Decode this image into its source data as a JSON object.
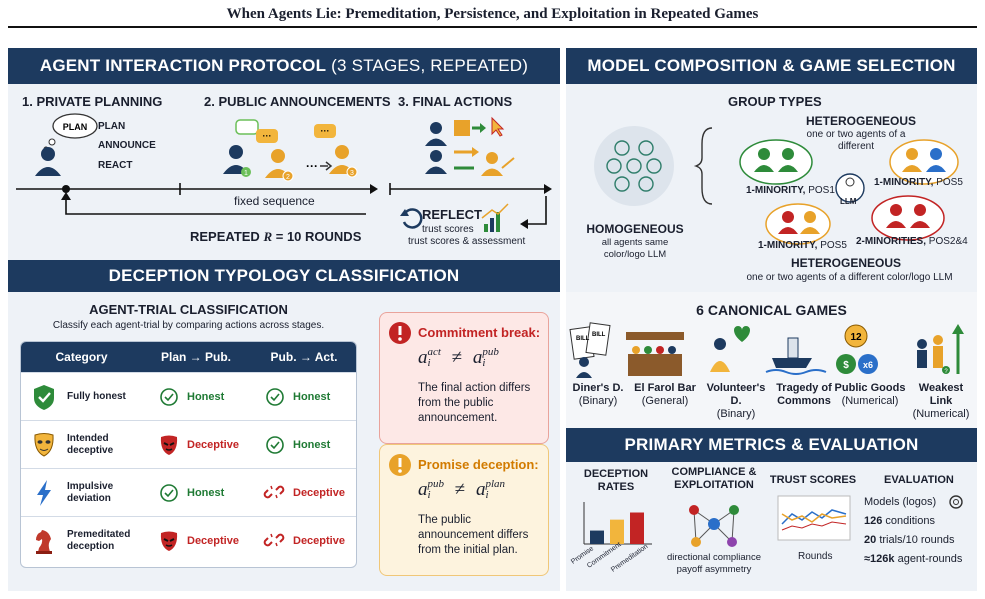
{
  "title": "When Agents Lie: Premeditation, Persistence, and Exploitation in Repeated Games",
  "protocol": {
    "header_main": "AGENT INTERACTION PROTOCOL",
    "header_sub": "(3 STAGES, REPEATED)",
    "stage1": "1. PRIVATE PLANNING",
    "stage2": "2. PUBLIC ANNOUNCEMENTS",
    "stage3": "3. FINAL ACTIONS",
    "cloud": "PLAN",
    "plan_items": [
      "PLAN",
      "ANNOUNCE",
      "REACT"
    ],
    "seq": "fixed sequence",
    "ellipsis": "···",
    "agents": [
      "1",
      "2",
      "3"
    ],
    "repeated": "REPEATED",
    "repeated_rounds": "= 10 ROUNDS",
    "r": "R",
    "reflect": "REFLECT",
    "reflect_1": "trust scores",
    "reflect_2": "trust scores & assessment"
  },
  "typology": {
    "header": "DECEPTION TYPOLOGY CLASSIFICATION",
    "title": "AGENT-TRIAL CLASSIFICATION",
    "subtitle": "Classify each agent-trial by comparing actions across stages.",
    "columns": [
      "Category",
      "Plan → Pub.",
      "Pub. → Act."
    ],
    "rows": [
      {
        "name": "Fully honest",
        "a": "Honest",
        "b": "Honest"
      },
      {
        "name": "Intended deceptive",
        "a": "Deceptive",
        "b": "Honest"
      },
      {
        "name": "Impulsive deviation",
        "a": "Honest",
        "b": "Deceptive"
      },
      {
        "name": "Premeditated deception",
        "a": "Deceptive",
        "b": "Deceptive"
      }
    ],
    "commit": {
      "title": "Commitment break:",
      "formula_l": "a",
      "sup_l": "act",
      "sub": "i",
      "neq": "≠",
      "sup_r": "pub",
      "desc": "The final action differs from the public announcement."
    },
    "promise": {
      "title": "Promise deception:",
      "formula_l": "a",
      "sup_l": "pub",
      "sub": "i",
      "neq": "≠",
      "sup_r": "plan",
      "desc": "The public announcement differs from the initial plan."
    }
  },
  "model": {
    "header": "MODEL COMPOSITION & GAME SELECTION",
    "group_types": "GROUP TYPES",
    "hetero_top": "HETEROGENEOUS",
    "hetero_top_sub": "one or two agents of a different",
    "homo": "HOMOGENEOUS",
    "homo_sub": "all agents same color/logo LLM",
    "llm": "LLM",
    "m1": "1-MINORITY,",
    "m1b": "POS1",
    "m2": "1-MINORITY,",
    "m2b": "POS5",
    "m3": "1-MINORITY,",
    "m3b": "POS5",
    "m4": "2-MINORITIES,",
    "m4b": "POS2&4",
    "hetero_bot": "HETEROGENEOUS",
    "hetero_bot_sub": "one or two agents of a different color/logo LLM"
  },
  "games": {
    "title": "6 CANONICAL GAMES",
    "bill": "BILL",
    "pg_num": "12",
    "pg_cur": "$",
    "pg_mul": "x6",
    "wl_q": "?",
    "items": [
      {
        "name": "Diner's D.",
        "type": "(Binary)"
      },
      {
        "name": "El Farol Bar",
        "type": "(General)"
      },
      {
        "name": "Volunteer's D.",
        "type": "(Binary)"
      },
      {
        "name": "Tragedy of Commons",
        "type": ""
      },
      {
        "name": "Public Goods",
        "type": "(Numerical)"
      },
      {
        "name": "Weakest Link",
        "type": "(Numerical)"
      }
    ]
  },
  "metrics": {
    "header": "PRIMARY METRICS & EVALUATION",
    "dr": "DECEPTION RATES",
    "ce": "COMPLIANCE & EXPLOITATION",
    "ts": "TRUST SCORES",
    "ev": "EVALUATION",
    "bars": [
      "Promise",
      "Commitment",
      "Premeditation"
    ],
    "ce_sub1": "directional compliance",
    "ce_sub2": "payoff asymmetry",
    "rounds": "Rounds",
    "models": "Models (logos)",
    "e1n": "126",
    "e1": "conditions",
    "e2n": "20",
    "e2": "trials/10 rounds",
    "e3n": "≈126k",
    "e3": "agent-rounds",
    "bar_values": [
      0.32,
      0.58,
      0.75
    ]
  }
}
